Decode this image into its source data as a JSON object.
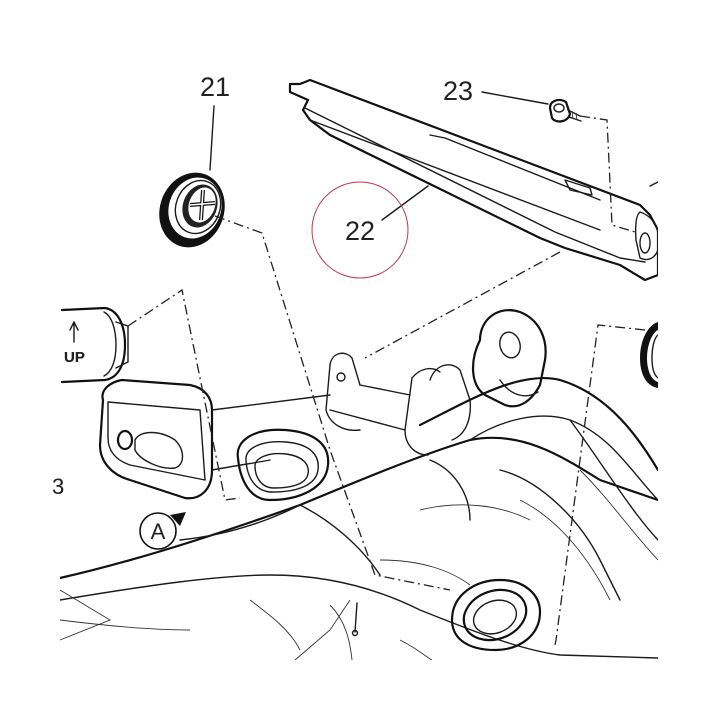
{
  "labels": {
    "p21": "21",
    "p22": "22",
    "p23": "23",
    "viewA": "A",
    "up": "UP",
    "cutoff": "3"
  },
  "colors": {
    "line": "#1b1b1b",
    "highlight_circle": "#c0394a",
    "background": "#ffffff"
  }
}
